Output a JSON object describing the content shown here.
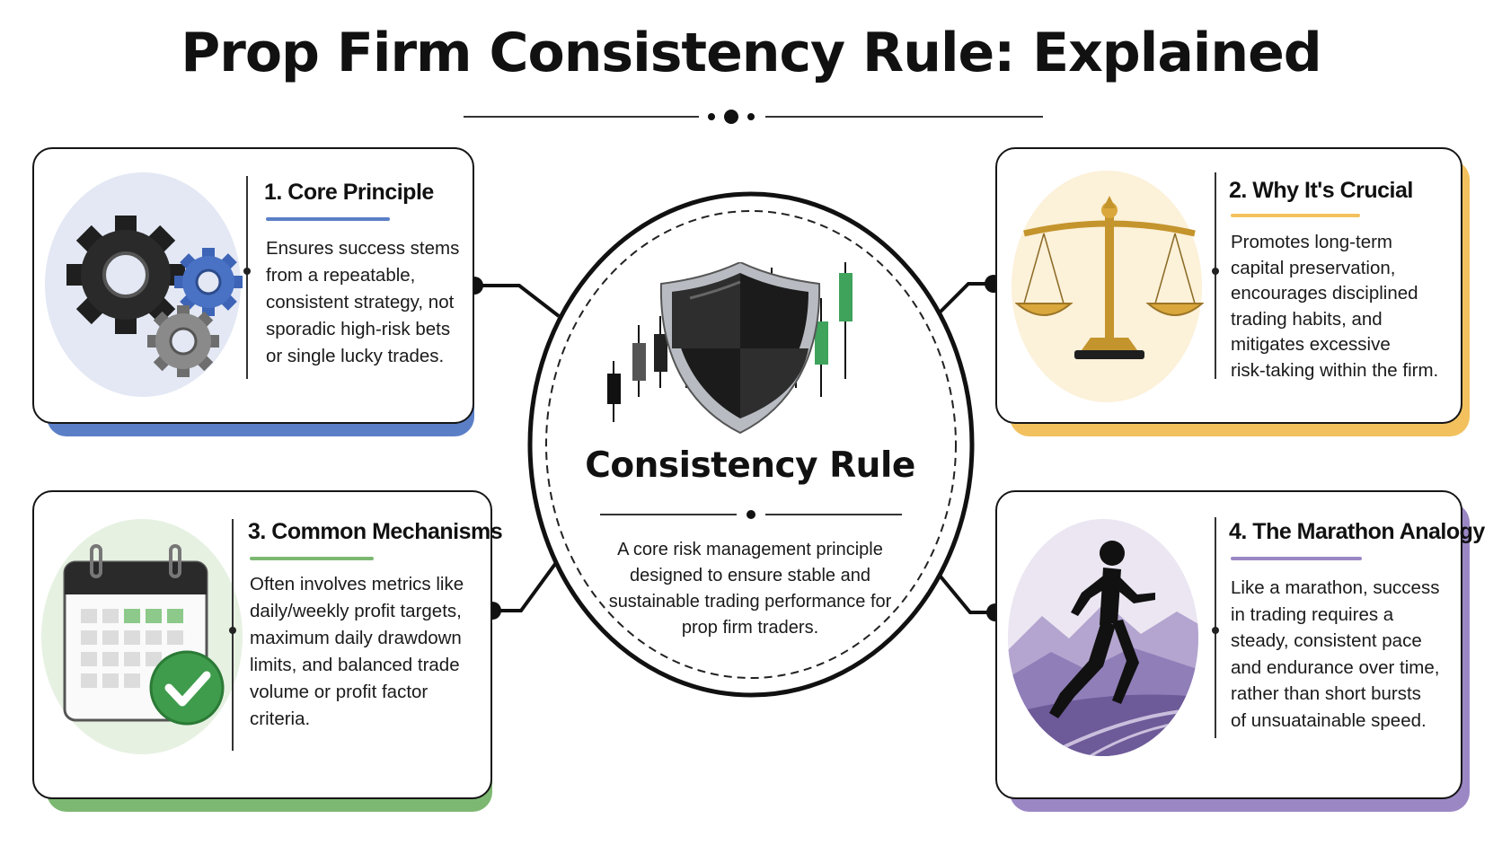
{
  "title": "Prop Firm Consistency Rule: Explained",
  "center": {
    "title": "Consistency Rule",
    "description": "A core risk management principle designed to ensure stable and sustainable trading performance for prop firm traders.",
    "icon": "shield-candlestick-icon"
  },
  "cards": [
    {
      "title": "1. Core Principle",
      "text": "Ensures success stems\nfrom a repeatable,\nconsistent strategy, not\nsporadic high-risk bets\nor single lucky trades.",
      "icon": "gears-icon",
      "accent": "#5b7fc7"
    },
    {
      "title": "2. Why It's Crucial",
      "text": "Promotes long-term\ncapital preservation,\nencourages disciplined\ntrading habits, and\nmitigates excessive\nrisk-taking within the firm.",
      "icon": "balance-scale-icon",
      "accent": "#f2c15e"
    },
    {
      "title": "3. Common Mechanisms",
      "text": "Often involves metrics like\ndaily/weekly profit targets,\nmaximum daily drawdown\nlimits, and balanced trade\nvolume or profit factor\ncriteria.",
      "icon": "calendar-check-icon",
      "accent": "#7db872"
    },
    {
      "title": "4. The Marathon Analogy",
      "text": "Like a marathon, success\nin trading requires a\nsteady, consistent pace\nand endurance over time,\nrather than short bursts\nof unsuatainable speed.",
      "icon": "runner-icon",
      "accent": "#9b87c4"
    }
  ]
}
